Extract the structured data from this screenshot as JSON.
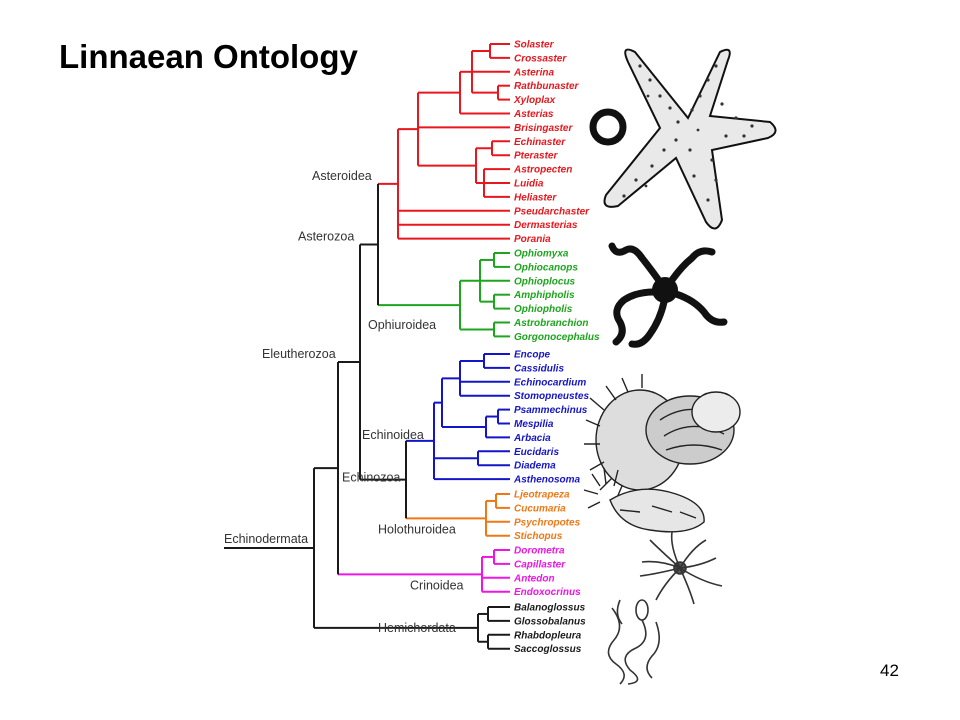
{
  "slide": {
    "title": "Linnaean Ontology",
    "page_number": "42"
  },
  "colors": {
    "asteroidea": "#e8171d",
    "ophiuroidea": "#1ea51e",
    "echinoidea": "#1414c8",
    "holothuroidea": "#f07814",
    "crinoidea": "#f014e6",
    "hemichordata": "#1a1a1a",
    "internal": "#1a1a1a"
  },
  "tree": {
    "root": "Echinodermata",
    "internal_nodes": [
      {
        "id": "echinodermata",
        "label": "Echinodermata"
      },
      {
        "id": "eleutherozoa",
        "label": "Eleutherozoa"
      },
      {
        "id": "asterozoa",
        "label": "Asterozoa"
      },
      {
        "id": "asteroidea",
        "label": "Asteroidea"
      },
      {
        "id": "ophiuroidea",
        "label": "Ophiuroidea"
      },
      {
        "id": "echinozoa",
        "label": "Echinozoa"
      },
      {
        "id": "echinoidea",
        "label": "Echinoidea"
      },
      {
        "id": "holothuroidea",
        "label": "Holothuroidea"
      },
      {
        "id": "crinoidea",
        "label": "Crinoidea"
      },
      {
        "id": "hemichordata",
        "label": "Hemichordata"
      }
    ],
    "groups": [
      {
        "id": "asteroidea",
        "color_key": "asteroidea",
        "genera": [
          "Solaster",
          "Crossaster",
          "Asterina",
          "Rathbunaster",
          "Xyloplax",
          "Asterias",
          "Brisingaster",
          "Echinaster",
          "Pteraster",
          "Astropecten",
          "Luidia",
          "Heliaster",
          "Pseudarchaster",
          "Dermasterias",
          "Porania"
        ]
      },
      {
        "id": "ophiuroidea",
        "color_key": "ophiuroidea",
        "genera": [
          "Ophiomyxa",
          "Ophiocanops",
          "Ophioplocus",
          "Amphipholis",
          "Ophiopholis",
          "Astrobranchion",
          "Gorgonocephalus"
        ]
      },
      {
        "id": "echinoidea",
        "color_key": "echinoidea",
        "genera": [
          "Encope",
          "Cassidulis",
          "Echinocardium",
          "Stomopneustes",
          "Psammechinus",
          "Mespilia",
          "Arbacia",
          "Eucidaris",
          "Diadema",
          "Asthenosoma"
        ]
      },
      {
        "id": "holothuroidea",
        "color_key": "holothuroidea",
        "genera": [
          "Ljeotrapeza",
          "Cucumaria",
          "Psychropotes",
          "Stichopus"
        ]
      },
      {
        "id": "crinoidea",
        "color_key": "crinoidea",
        "genera": [
          "Dorometra",
          "Capillaster",
          "Antedon",
          "Endoxocrinus"
        ]
      },
      {
        "id": "hemichordata",
        "color_key": "hemichordata",
        "genera": [
          "Balanoglossus",
          "Glossobalanus",
          "Rhabdopleura",
          "Saccoglossus"
        ]
      }
    ]
  },
  "illustrations": [
    "sea-star",
    "brittle-star",
    "sea-urchin",
    "sea-cucumber",
    "feather-star",
    "acorn-worm"
  ]
}
